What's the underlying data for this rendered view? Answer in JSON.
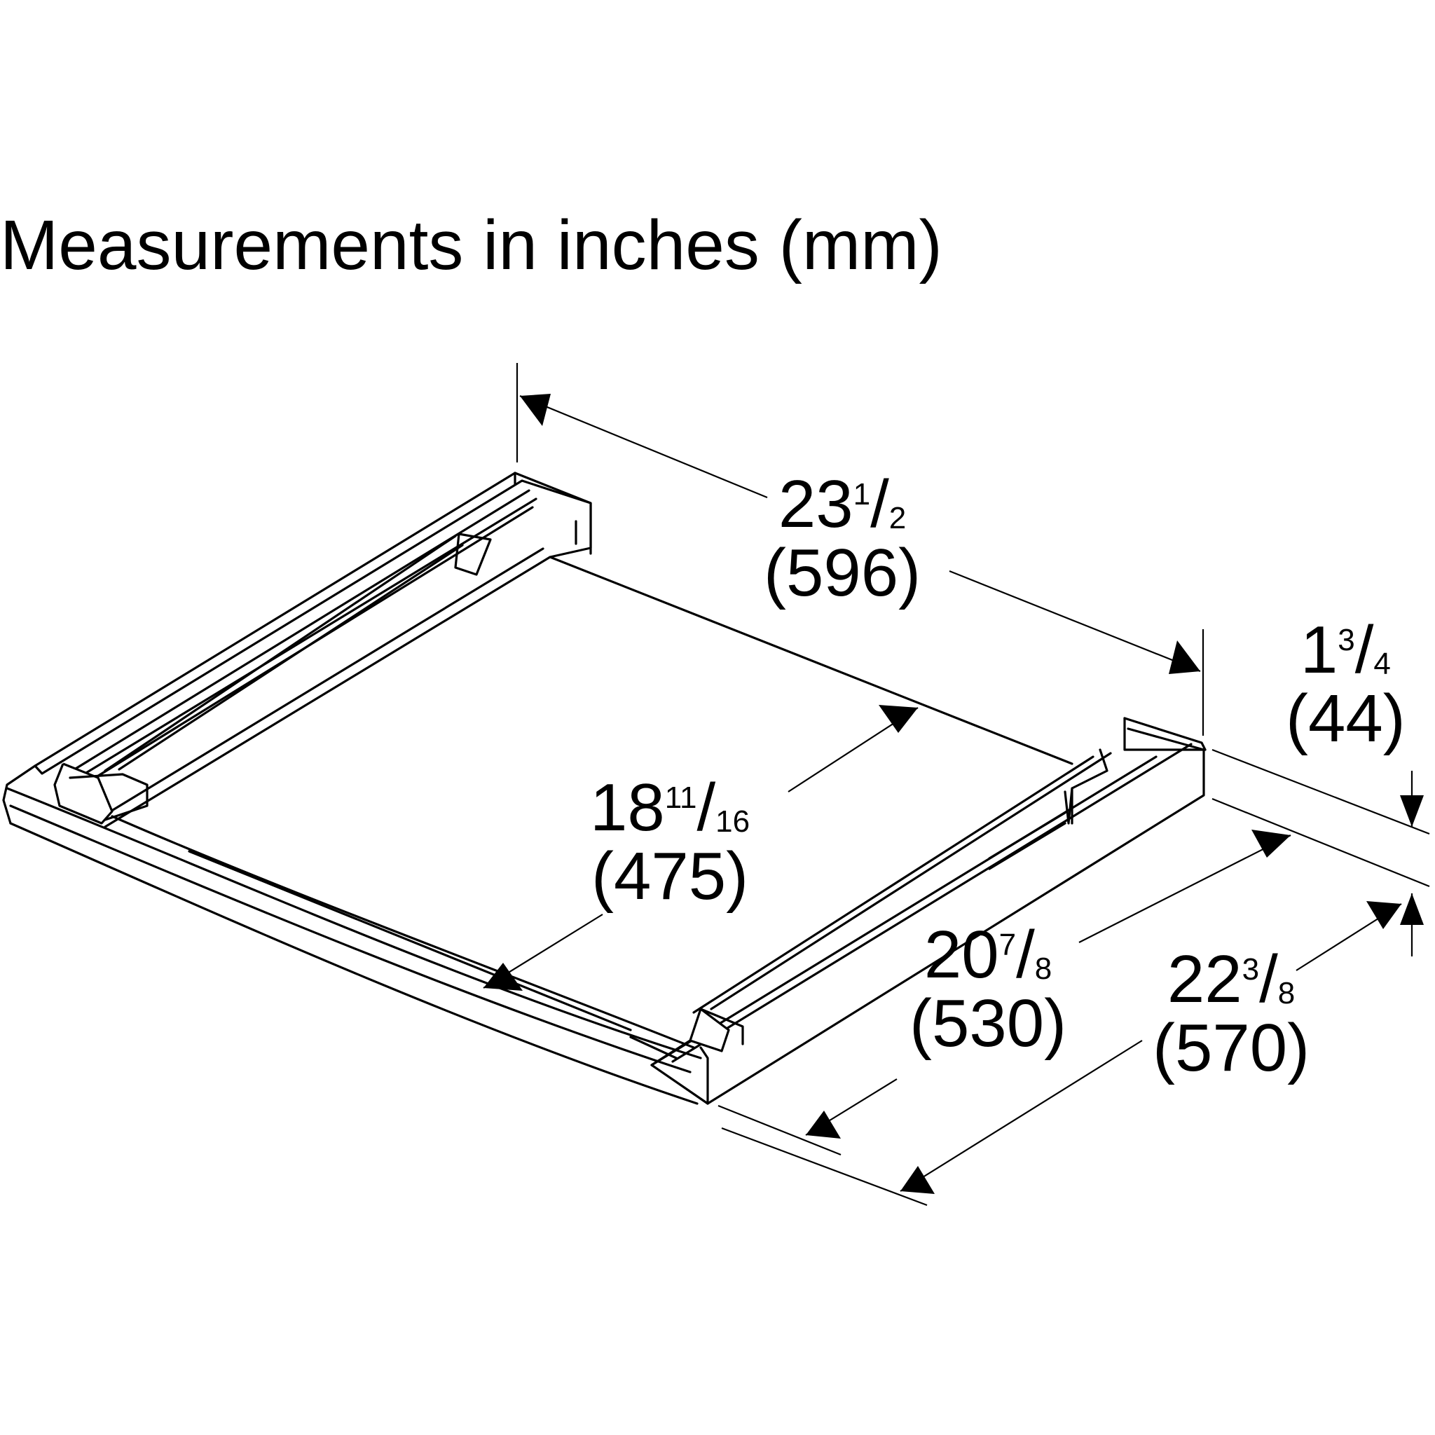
{
  "title": "Measurements in inches (mm)",
  "dimensions": {
    "width": {
      "whole": "23",
      "num": "1",
      "den": "2",
      "metric": "(596)"
    },
    "inner_depth": {
      "whole": "18",
      "num": "11",
      "den": "16",
      "metric": "(475)"
    },
    "height": {
      "whole": "1",
      "num": "3",
      "den": "4",
      "metric": "(44)"
    },
    "depth": {
      "whole": "20",
      "num": "7",
      "den": "8",
      "metric": "(530)"
    },
    "overall_depth": {
      "whole": "22",
      "num": "3",
      "den": "8",
      "metric": "(570)"
    }
  }
}
